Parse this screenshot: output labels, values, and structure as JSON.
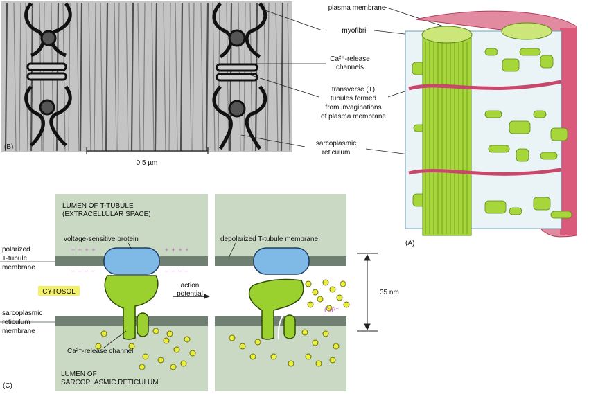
{
  "panels": {
    "a": "(A)",
    "b": "(B)",
    "c": "(C)"
  },
  "micrograph": {
    "scale_bar": "0.5 µm"
  },
  "labels": {
    "plasma_membrane": "plasma membrane",
    "myofibril": "myofibril",
    "ca_release_channels": [
      "Ca²⁺-release",
      "channels"
    ],
    "t_tubules": [
      "transverse (T)",
      "tubules formed",
      "from invaginations",
      "of plasma membrane"
    ],
    "sarcoplasmic_reticulum": [
      "sarcoplasmic",
      "reticulum"
    ]
  },
  "mechanism": {
    "lumen_t_tubule": [
      "LUMEN OF T-TUBULE",
      "(EXTRACELLULAR SPACE)"
    ],
    "voltage_sensitive_protein": "voltage-sensitive protein",
    "depolarized_membrane": "depolarized T-tubule membrane",
    "polarized_membrane": [
      "polarized",
      "T-tubule",
      "membrane"
    ],
    "cytosol": "CYTOSOL",
    "action_potential": [
      "action",
      "potential"
    ],
    "distance": "35 nm",
    "ca_ion": "Ca²⁺",
    "sr_membrane": [
      "sarcoplasmic",
      "reticulum",
      "membrane"
    ],
    "ca_release_channel": "Ca²⁺-release channel",
    "lumen_sr": [
      "LUMEN OF",
      "SARCOPLASMIC RETICULUM"
    ],
    "plus_charges": "+ + + +",
    "minus_charges": "– – – –"
  },
  "colors": {
    "panel_bg": "#c9d9c4",
    "membrane": "#6f7f72",
    "sensor_blue": "#7fb9e6",
    "channel_green": "#9bd12e",
    "ca_yellow": "#e8ef3a",
    "charge_pink": "#c868c4",
    "cell_red": "#d95a7a"
  }
}
